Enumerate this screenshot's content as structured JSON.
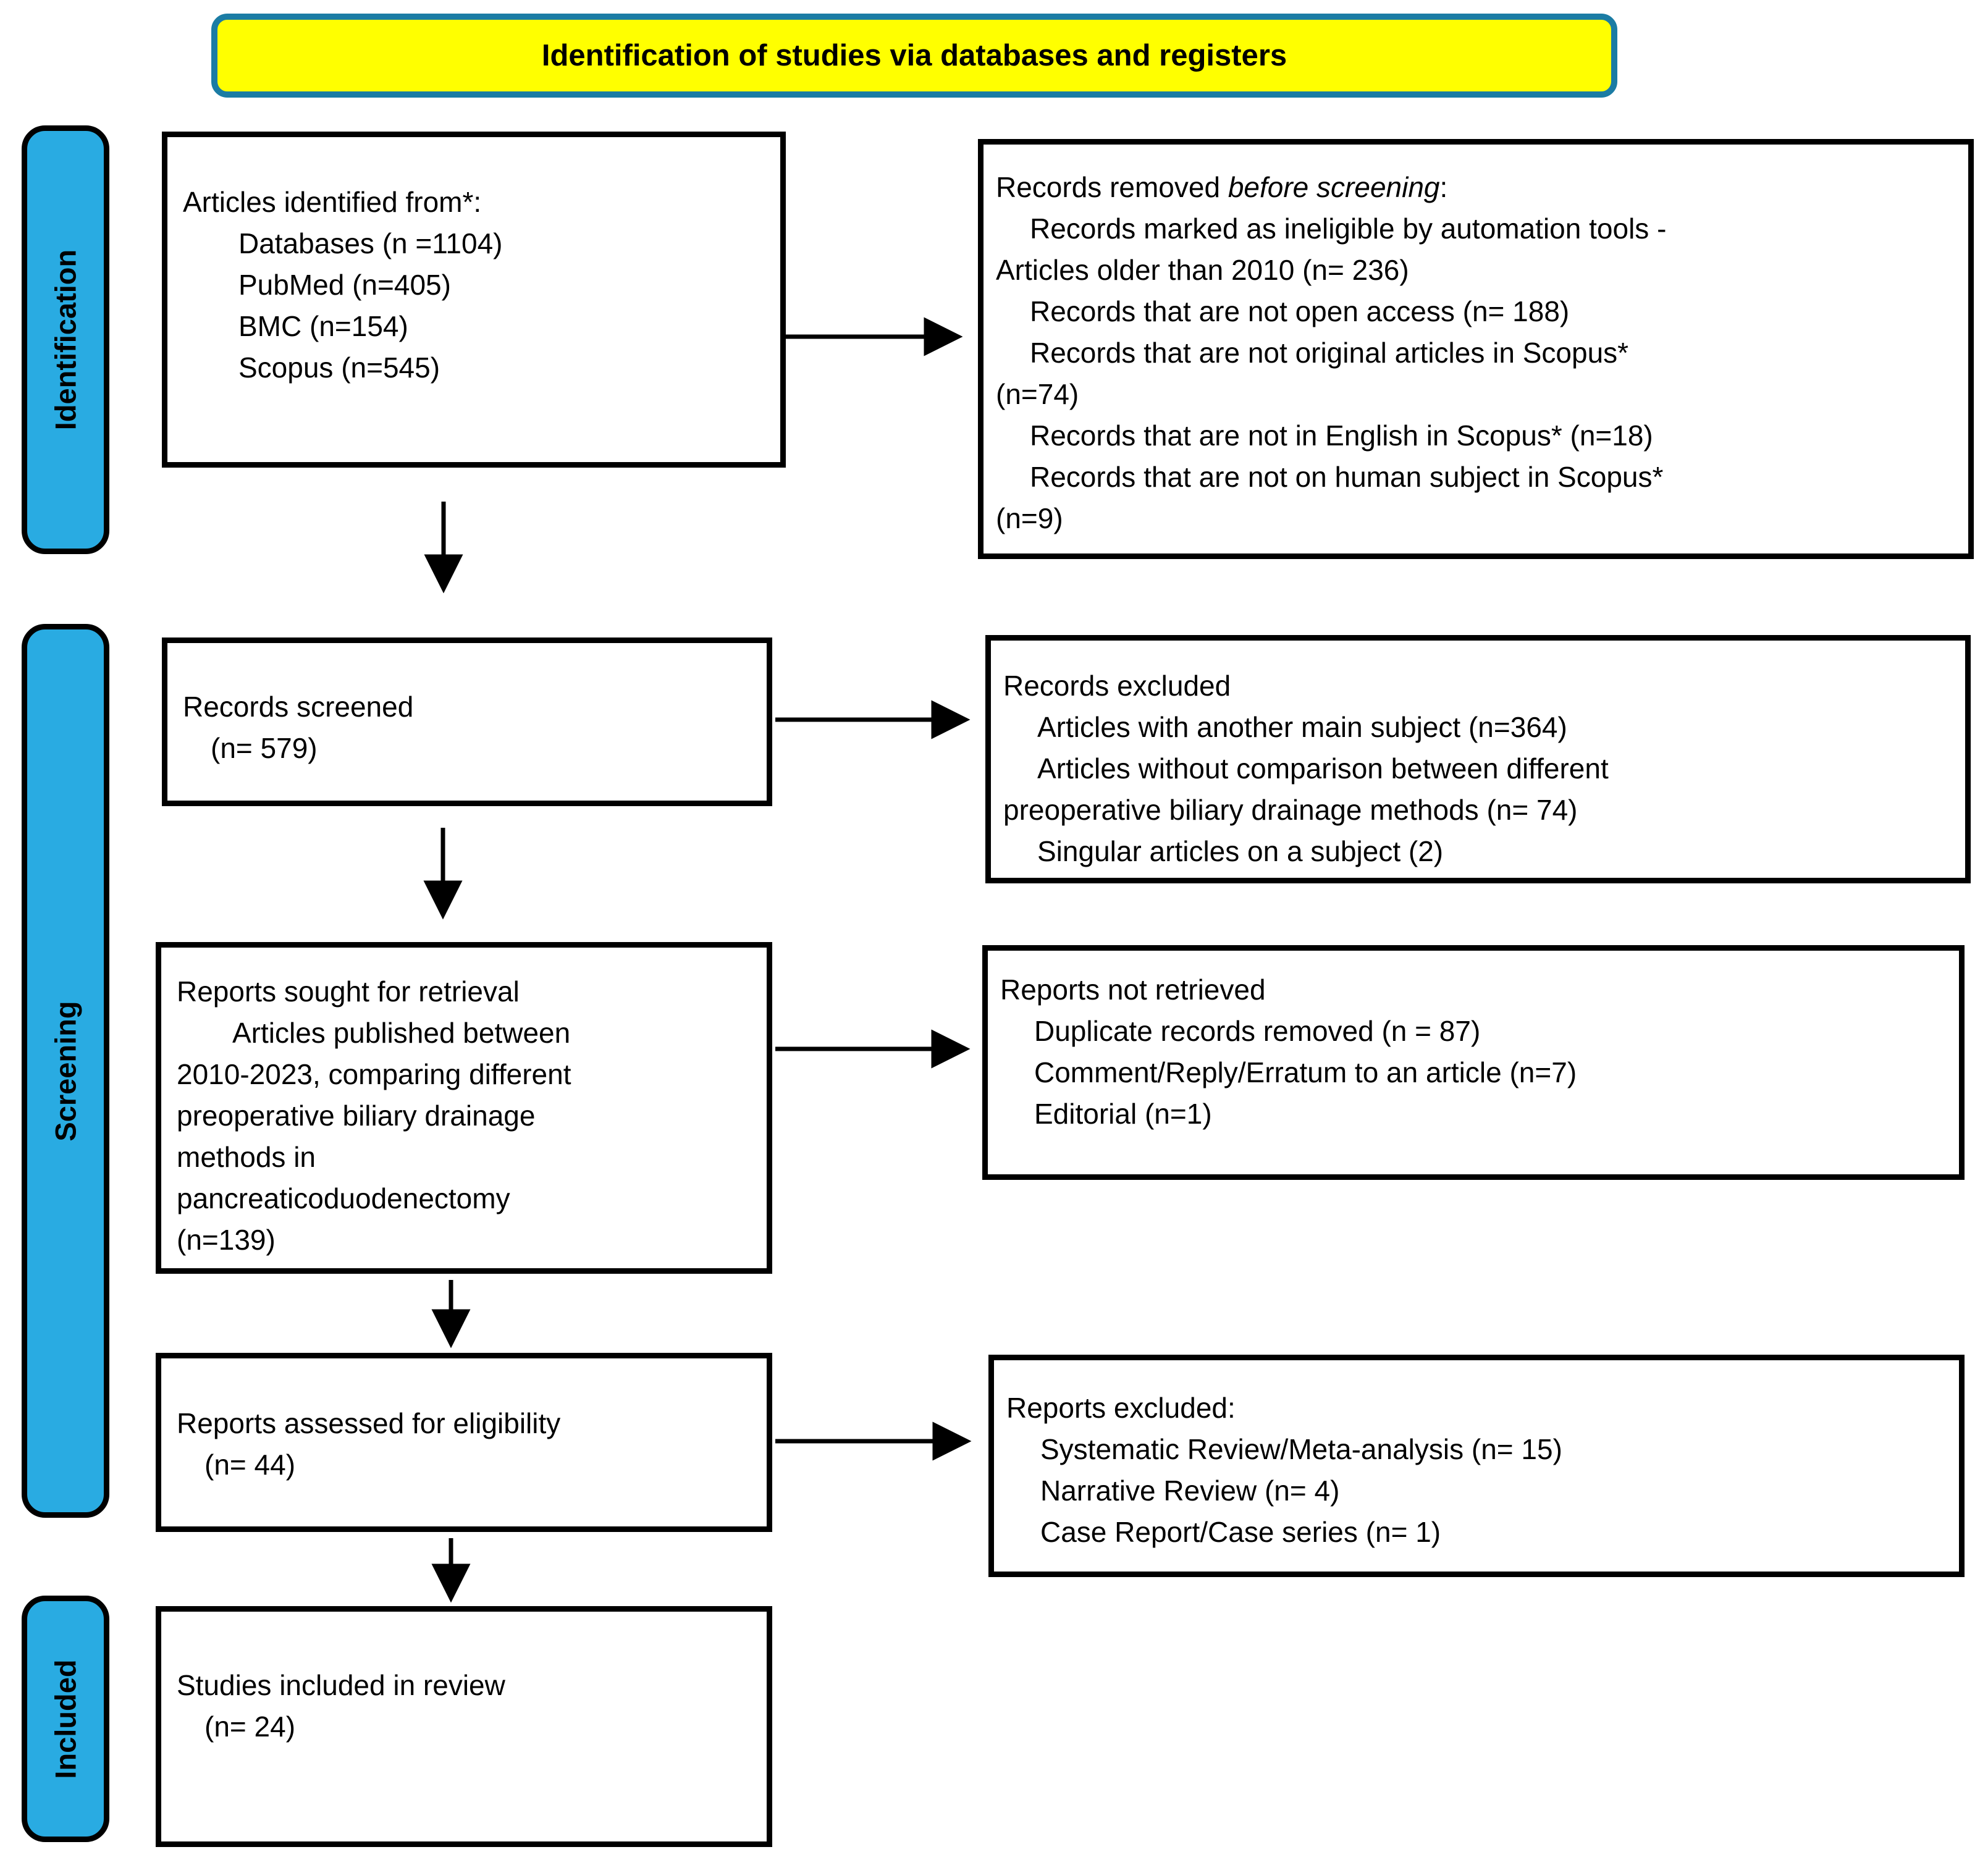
{
  "title": "Identification of studies via databases and registers",
  "stages": [
    "Identification",
    "Screening",
    "Included"
  ],
  "colors": {
    "banner_fill": "#FFFF00",
    "banner_border": "#1B7CA4",
    "stage_fill": "#29ABE2",
    "box_border": "#000000"
  },
  "boxes": {
    "identified": {
      "lines": [
        {
          "t": "Articles identified from*:"
        },
        {
          "t": "Databases (n =1104)"
        },
        {
          "t": "PubMed (n=405)"
        },
        {
          "t": "BMC (n=154)"
        },
        {
          "t": "Scopus (n=545)"
        }
      ]
    },
    "removed": {
      "line1": {
        "prefix": "Records removed ",
        "italic": "before screening",
        "suffix": ":"
      },
      "lines": [
        {
          "t": "Records marked as ineligible by automation tools -"
        },
        {
          "t": "Articles older than 2010 (n= 236)"
        },
        {
          "t": "Records that are not open access (n= 188)"
        },
        {
          "t": "Records that are not original articles in Scopus*"
        },
        {
          "t": "(n=74)"
        },
        {
          "t": "Records that are not in English in Scopus* (n=18)"
        },
        {
          "t": "Records that are not on human subject in Scopus*"
        },
        {
          "t": "(n=9)"
        }
      ]
    },
    "screened": {
      "lines": [
        {
          "t": "Records screened"
        },
        {
          "t": "(n= 579)"
        }
      ]
    },
    "records_excluded": {
      "lines": [
        {
          "t": "Records excluded"
        },
        {
          "t": "Articles with another main subject (n=364)"
        },
        {
          "t": "Articles without comparison between different"
        },
        {
          "t": "preoperative biliary drainage methods (n= 74)"
        },
        {
          "t": "Singular articles on a subject (2)"
        }
      ]
    },
    "sought": {
      "lines": [
        {
          "t": "Reports sought for retrieval"
        },
        {
          "t": "Articles published between"
        },
        {
          "t": "2010-2023, comparing different"
        },
        {
          "t": "preoperative biliary drainage"
        },
        {
          "t": "methods in"
        },
        {
          "t": "pancreaticoduodenectomy"
        },
        {
          "t": "(n=139)"
        }
      ]
    },
    "not_retrieved": {
      "lines": [
        {
          "t": "Reports not retrieved"
        },
        {
          "t": "Duplicate records removed (n = 87)"
        },
        {
          "t": "Comment/Reply/Erratum to an article (n=7)"
        },
        {
          "t": "Editorial (n=1)"
        }
      ]
    },
    "assessed": {
      "lines": [
        {
          "t": "Reports assessed for eligibility"
        },
        {
          "t": "(n= 44)"
        }
      ]
    },
    "reports_excluded": {
      "lines": [
        {
          "t": "Reports excluded:"
        },
        {
          "t": "Systematic Review/Meta-analysis (n= 15)"
        },
        {
          "t": "Narrative Review (n= 4)"
        },
        {
          "t": "Case Report/Case series (n= 1)"
        }
      ]
    },
    "included_review": {
      "lines": [
        {
          "t": "Studies included in review"
        },
        {
          "t": "(n= 24)"
        }
      ]
    }
  }
}
